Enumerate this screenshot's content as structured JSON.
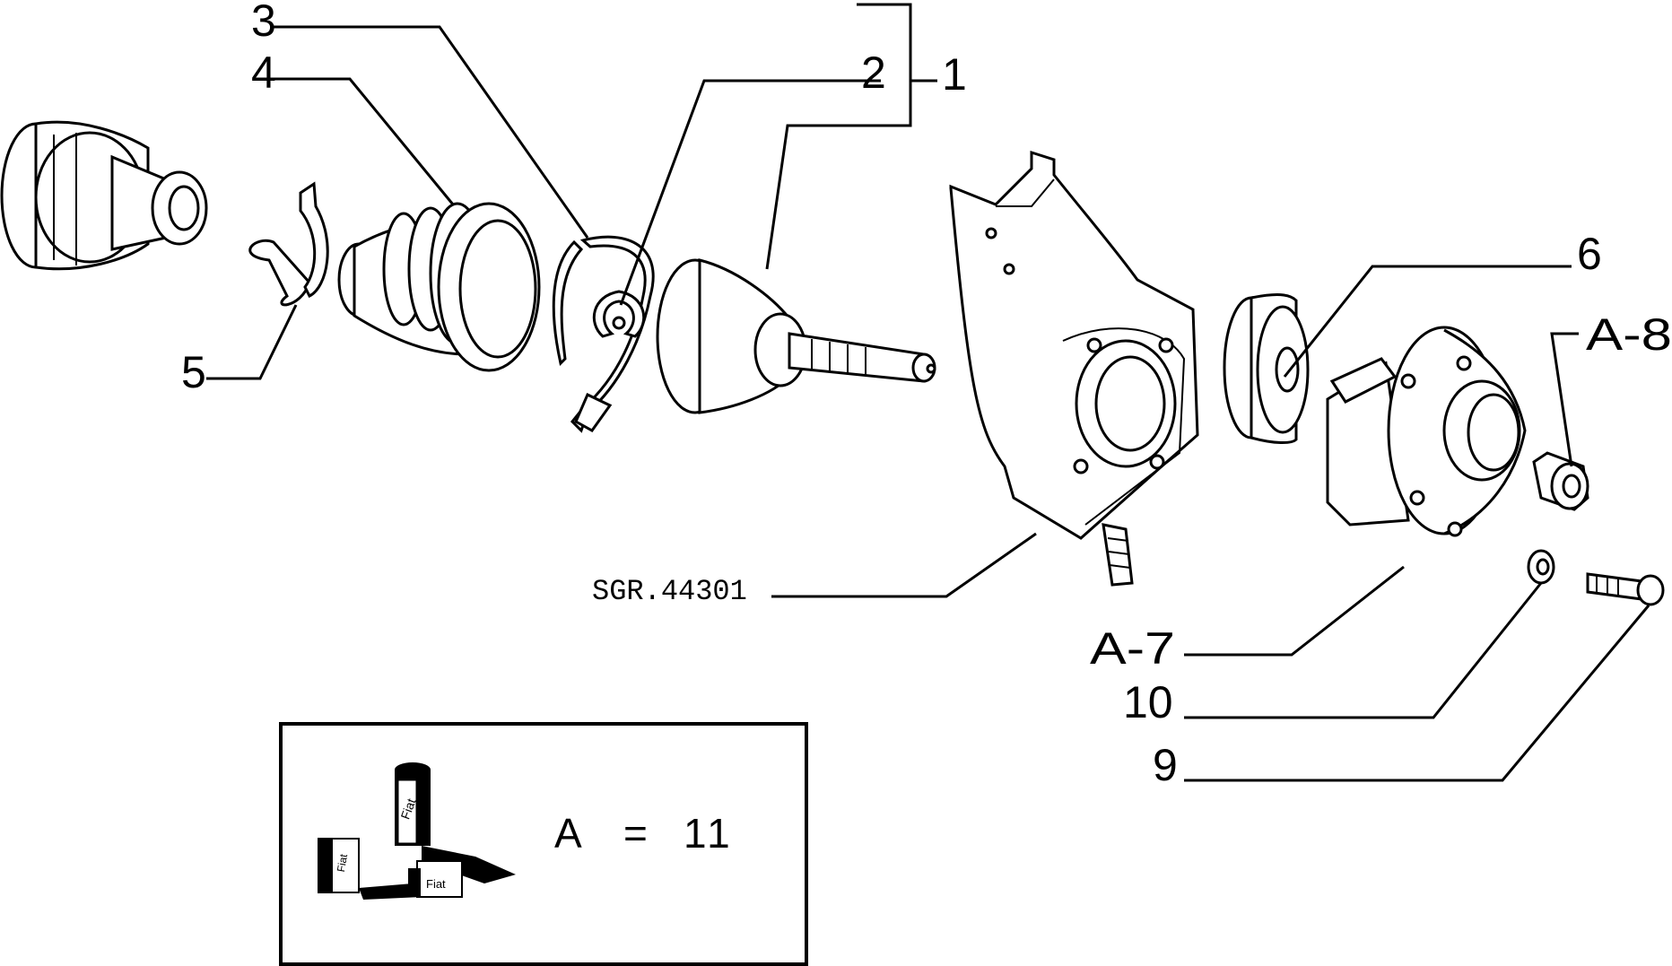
{
  "diagram": {
    "reference_code": "SGR.44301",
    "callouts": {
      "c1": "1",
      "c2": "2",
      "c3": "3",
      "c4": "4",
      "c5": "5",
      "c6": "6",
      "c7": "A-7",
      "c8": "A-8",
      "c9": "9",
      "c10": "10"
    },
    "legend": {
      "letter": "A",
      "equals": "=",
      "value": "11",
      "product_labels": [
        "Fiat",
        "Fiat",
        "Fiat"
      ]
    }
  }
}
